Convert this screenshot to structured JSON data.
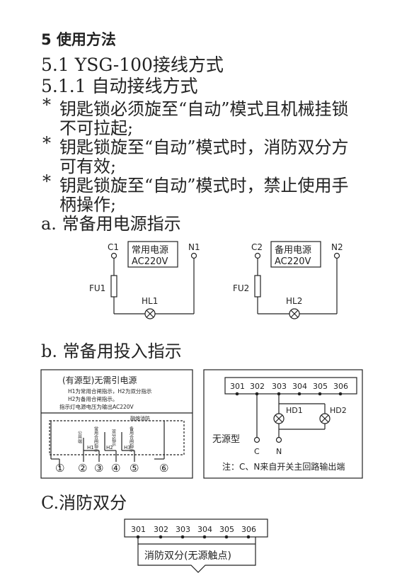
{
  "section": {
    "title": "5 使用方法",
    "sub": "5.1 YSG-100接线方式",
    "subsub": "5.1.1 自动接线方式"
  },
  "notes": [
    {
      "star": "*",
      "line1": "钥匙锁必须旋至“自动”模式且机械挂锁",
      "line2": "不可拉起;"
    },
    {
      "star": "*",
      "line1": "钥匙锁旋至“自动”模式时，消防双分方",
      "line2": "可有效;"
    },
    {
      "star": "*",
      "line1": "钥匙锁旋至“自动”模式时，禁止使用手",
      "line2": "柄操作;"
    }
  ],
  "part_a": {
    "heading": "a. 常备用电源指示",
    "left": {
      "c": "C1",
      "n": "N1",
      "box1": "常用电源",
      "box2": "AC220V",
      "fu": "FU1",
      "hl": "HL1"
    },
    "right": {
      "c": "C2",
      "n": "N2",
      "box1": "备用电源",
      "box2": "AC220V",
      "fu": "FU2",
      "hl": "HL2"
    }
  },
  "part_b": {
    "heading": "b. 常备用投入指示",
    "active": {
      "title": "(有源型)无需引电源",
      "desc1": "H1为常用合闸指示，H2为双分指示",
      "desc2": "H2为备用合闸指示。",
      "desc3": "指示灯电源电压为输出AC220V",
      "fire": "融熔消防",
      "labels": [
        "公共端",
        "常用合闸指示",
        "双分指示",
        "备用合闸指示"
      ],
      "h": [
        "H1",
        "H2",
        "H3"
      ],
      "nums": [
        "①",
        "②",
        "③",
        "④",
        "⑤",
        "⑥"
      ]
    },
    "passive": {
      "terminals": [
        "301",
        "302",
        "303",
        "304",
        "305",
        "306"
      ],
      "hd1": "HD1",
      "hd2": "HD2",
      "type": "无源型",
      "c": "C",
      "n": "N",
      "note": "注：C、N来自开关主回路输出端"
    }
  },
  "part_c": {
    "heading": "C.消防双分",
    "terminals": [
      "301",
      "302",
      "303",
      "304",
      "305",
      "306"
    ],
    "label": "消防双分(无源触点)"
  }
}
